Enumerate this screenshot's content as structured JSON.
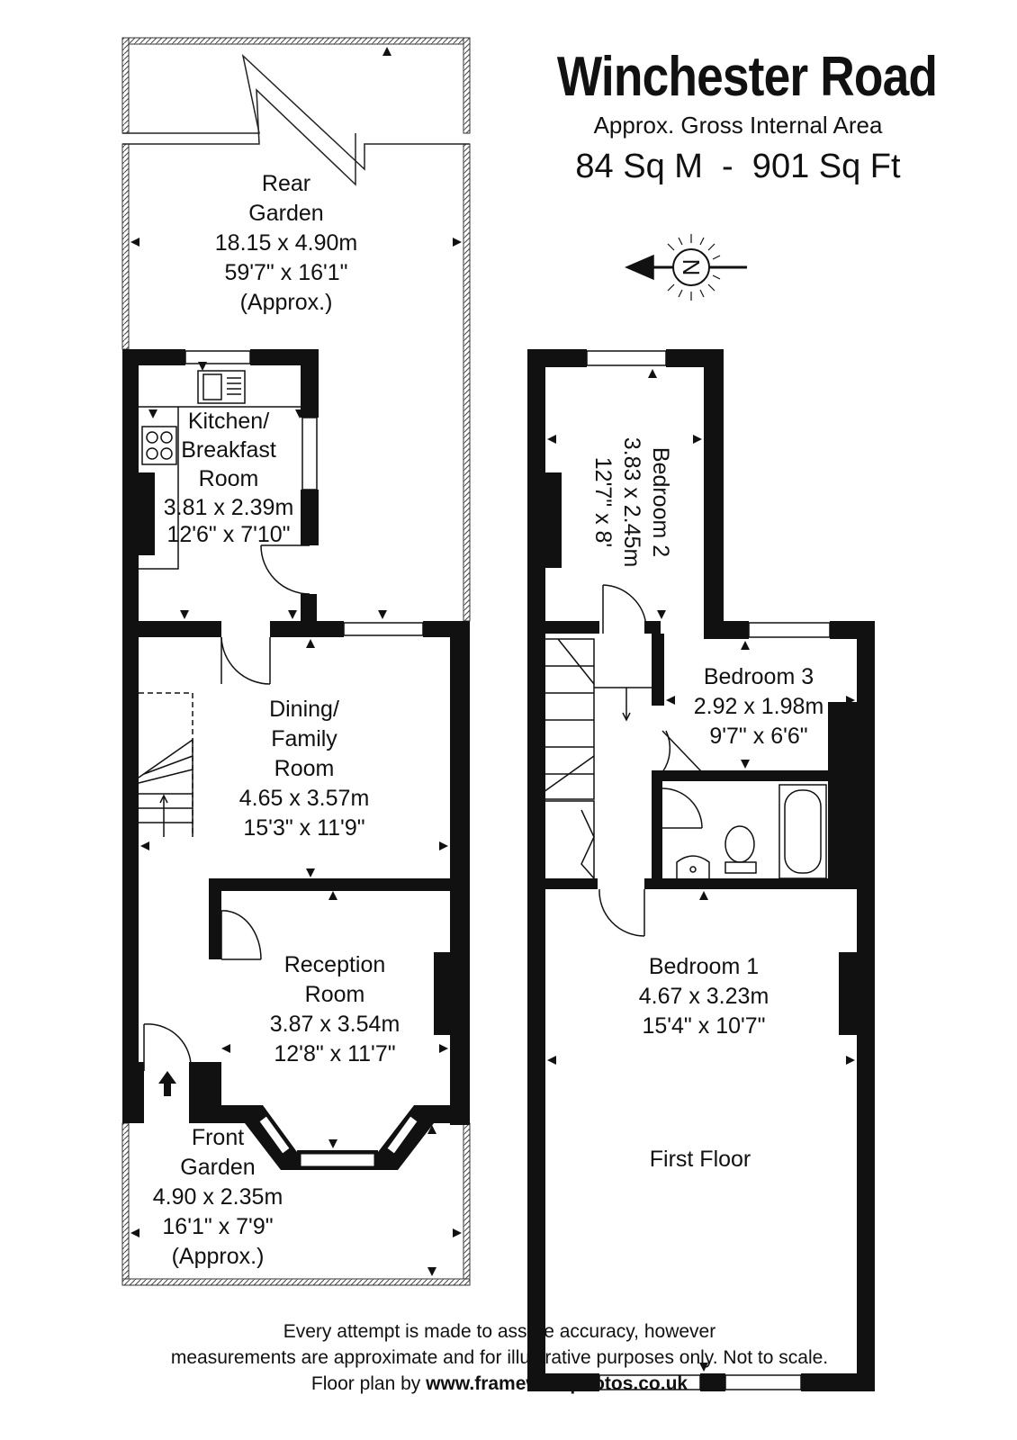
{
  "property": {
    "title": "Winchester Road",
    "subtitle": "Approx. Gross Internal Area",
    "area": "84 Sq M  -  901 Sq Ft"
  },
  "compass": {
    "label": "N"
  },
  "ground_floor": {
    "rear_garden": {
      "name": [
        "Rear",
        "Garden"
      ],
      "metric": "18.15 x 4.90m",
      "imperial": "59'7\" x 16'1\"",
      "note": "(Approx.)"
    },
    "kitchen": {
      "name": [
        "Kitchen/",
        "Breakfast",
        "Room"
      ],
      "metric": "3.81 x 2.39m",
      "imperial": "12'6\" x 7'10\""
    },
    "dining": {
      "name": [
        "Dining/",
        "Family",
        "Room"
      ],
      "metric": "4.65 x 3.57m",
      "imperial": "15'3\" x 11'9\""
    },
    "reception": {
      "name": [
        "Reception",
        "Room"
      ],
      "metric": "3.87 x 3.54m",
      "imperial": "12'8\" x 11'7\""
    },
    "front_garden": {
      "name": [
        "Front",
        "Garden"
      ],
      "metric": "4.90 x 2.35m",
      "imperial": "16'1\" x 7'9\"",
      "note": "(Approx.)"
    }
  },
  "first_floor": {
    "label": "First Floor",
    "bedroom2": {
      "name": "Bedroom 2",
      "metric": "3.83 x 2.45m",
      "imperial": "12'7\" x 8'"
    },
    "bedroom3": {
      "name": "Bedroom 3",
      "metric": "2.92 x 1.98m",
      "imperial": "9'7\" x 6'6\""
    },
    "bedroom1": {
      "name": "Bedroom 1",
      "metric": "4.67 x 3.23m",
      "imperial": "15'4\" x 10'7\""
    }
  },
  "disclaimer": {
    "line1": "Every attempt is made to assure accuracy, however",
    "line2": "measurements are approximate and for illustrative purposes only. Not to scale.",
    "credit_prefix": "Floor plan by",
    "website": "www.frameworkphotos.co.uk"
  }
}
